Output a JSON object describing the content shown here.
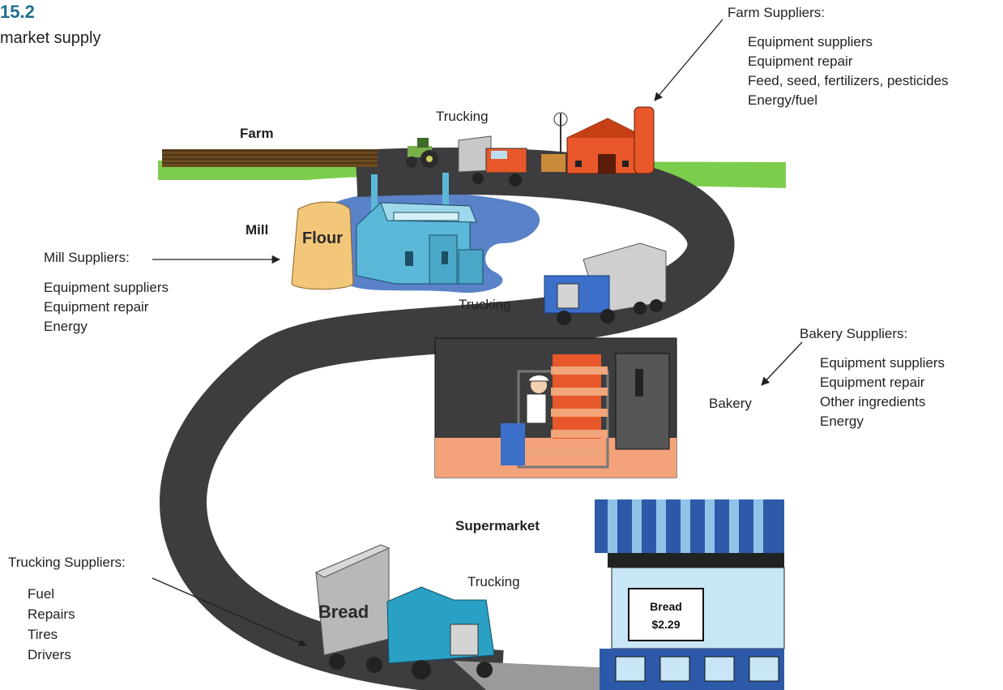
{
  "figure": {
    "number": "15.2",
    "title": "market supply"
  },
  "stages": {
    "farm": "Farm",
    "mill": "Mill",
    "bakery": "Bakery",
    "supermarket": "Supermarket",
    "trucking_1": "Trucking",
    "trucking_2": "Trucking",
    "trucking_3": "Trucking"
  },
  "labels": {
    "flour_bag": "Flour",
    "truck_bread": "Bread",
    "sign_item": "Bread",
    "sign_price": "$2.29"
  },
  "farm_suppliers": {
    "heading": "Farm Suppliers:",
    "items": [
      "Equipment suppliers",
      "Equipment repair",
      "Feed, seed, fertilizers, pesticides",
      "Energy/fuel"
    ]
  },
  "mill_suppliers": {
    "heading": "Mill Suppliers:",
    "items": [
      "Equipment suppliers",
      "Equipment repair",
      "Energy"
    ]
  },
  "bakery_suppliers": {
    "heading": "Bakery Suppliers:",
    "items": [
      "Equipment suppliers",
      "Equipment repair",
      "Other ingredients",
      "Energy"
    ]
  },
  "trucking_suppliers": {
    "heading": "Trucking Suppliers:",
    "items": [
      "Fuel",
      "Repairs",
      "Tires",
      "Drivers"
    ]
  },
  "colors": {
    "road": "#3a3a3a",
    "grass": "#7ccd4e",
    "water": "#5a82c8",
    "barn": "#e8582a",
    "mill_building": "#5bb8d8",
    "bakery_bg": "#3d3d3d",
    "bakery_floor": "#f4a27a",
    "truck_blue": "#3b6fc9",
    "truck_teal": "#2aa0c4",
    "awning_blue": "#2d5aa8",
    "figure_accent": "#1f6f8b"
  }
}
